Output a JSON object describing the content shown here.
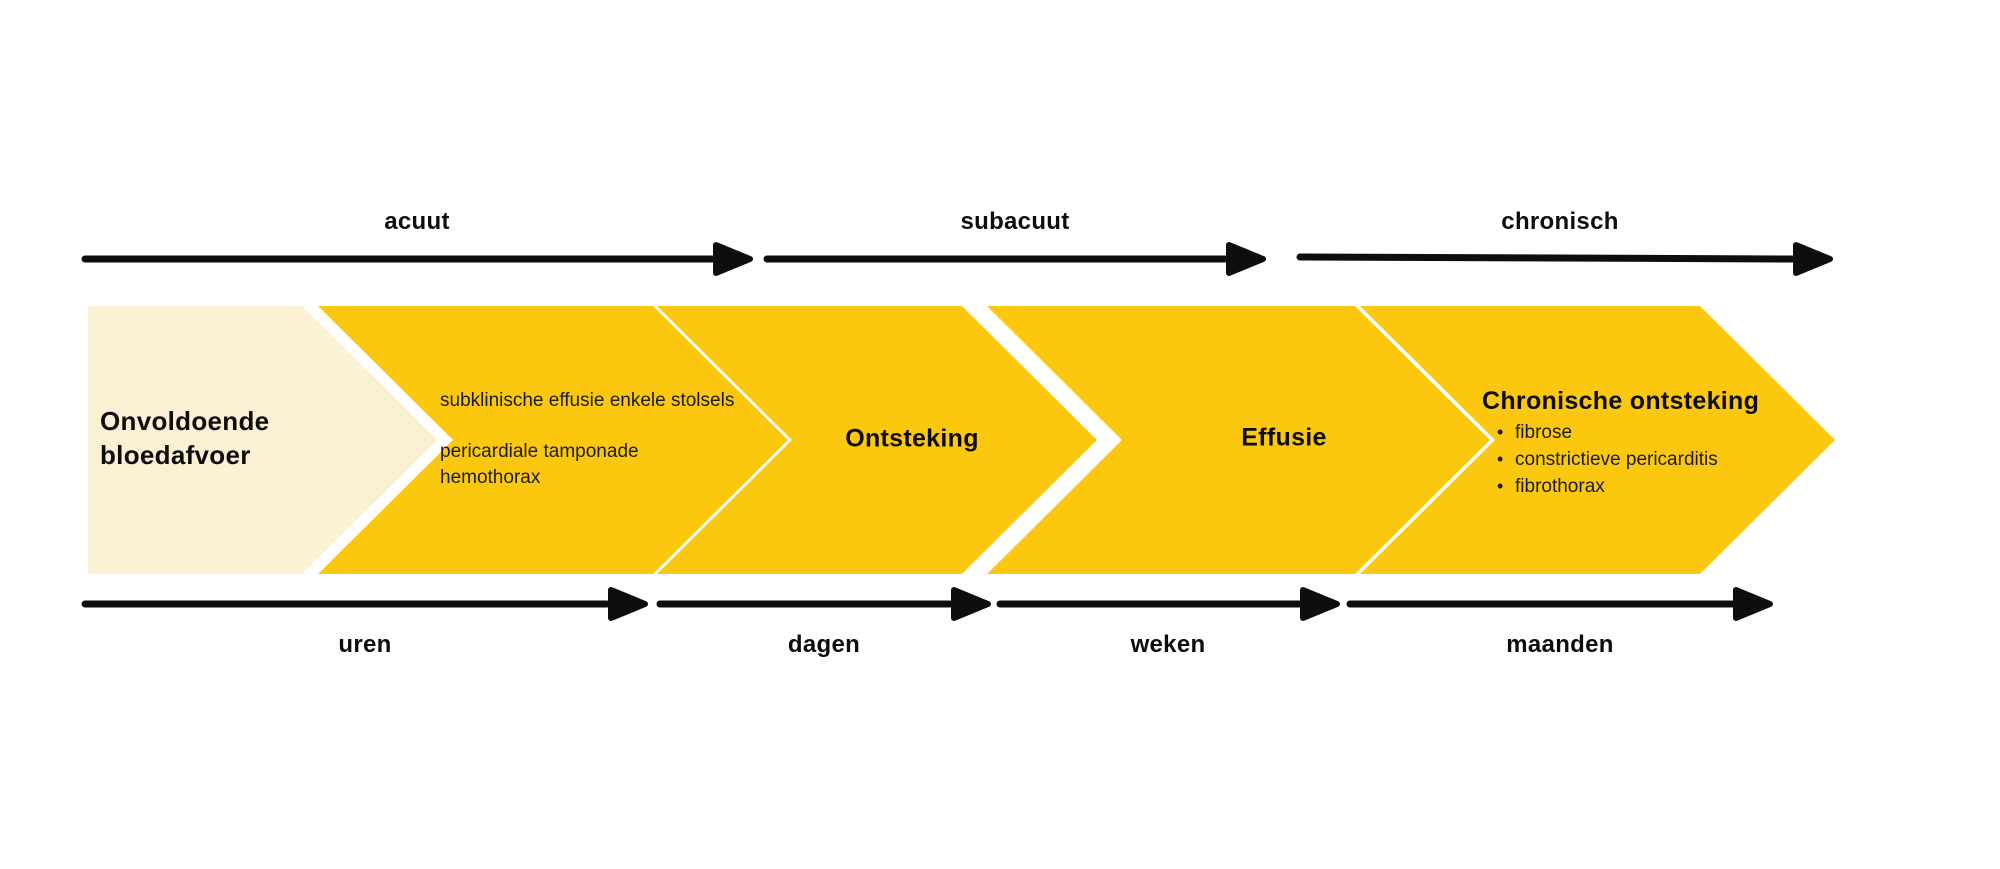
{
  "colors": {
    "yellow": "#FBC70F",
    "cream": "#FAF0D3",
    "ink": "#0e0e0e"
  },
  "top_arrows": [
    {
      "label": "acuut"
    },
    {
      "label": "subacuut"
    },
    {
      "label": "chronisch"
    }
  ],
  "bottom_arrows": [
    {
      "label": "uren"
    },
    {
      "label": "dagen"
    },
    {
      "label": "weken"
    },
    {
      "label": "maanden"
    }
  ],
  "chevrons": [
    {
      "title_lines": [
        "Onvoldoende",
        "bloedafvoer"
      ]
    },
    {
      "lines": [
        "subklinische effusie enkele stolsels",
        "pericardiale tamponade",
        "hemothorax"
      ]
    },
    {
      "title": "Ontsteking"
    },
    {
      "title": "Effusie"
    },
    {
      "title": "Chronische ontsteking",
      "bullets": [
        "fibrose",
        "constrictieve pericarditis",
        "fibrothorax"
      ]
    }
  ]
}
